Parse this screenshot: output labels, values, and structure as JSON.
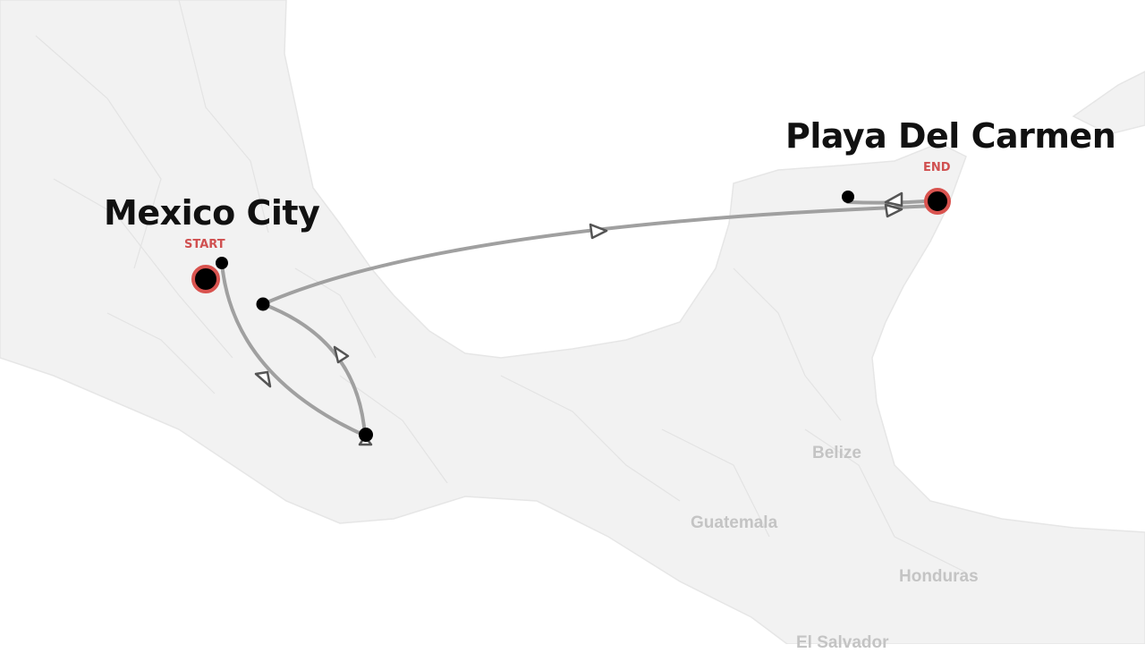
{
  "map": {
    "colors": {
      "land": "#f2f2f2",
      "water": "#ffffff",
      "border": "#e4e4e4",
      "route": "#a0a0a0",
      "marker": "#000000",
      "endpoint_ring": "#d9534f",
      "label_red": "#d05050"
    },
    "cities": [
      {
        "name": "Mexico City",
        "tag": "START"
      },
      {
        "name": "Playa Del Carmen",
        "tag": "END"
      }
    ],
    "countries": [
      "Belize",
      "Guatemala",
      "Honduras",
      "El Salvador"
    ],
    "route": {
      "stops": 6,
      "icons": [
        "arrow-icon",
        "circle-marker"
      ]
    }
  }
}
